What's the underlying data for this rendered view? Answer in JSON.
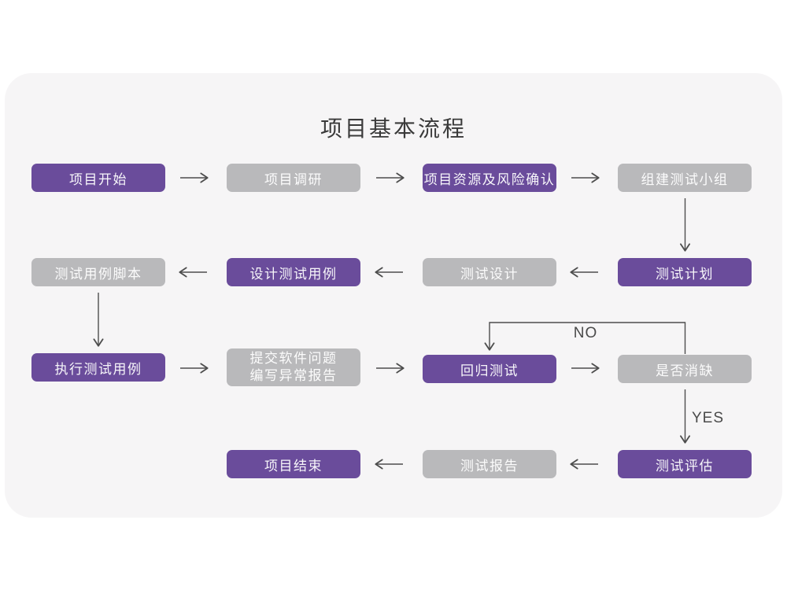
{
  "title": "项目基本流程",
  "colors": {
    "node_purple": "#6a4c9b",
    "node_gray": "#b9b9bb",
    "card_background": "#f6f5f6",
    "arrow": "#4d4d4d",
    "title_text": "#3a3a3a",
    "node_text": "#ffffff"
  },
  "flowchart": {
    "nodes": [
      {
        "label": "项目开始",
        "variant": "purple"
      },
      {
        "label": "项目调研",
        "variant": "gray"
      },
      {
        "label": "项目资源及风险确认",
        "variant": "purple"
      },
      {
        "label": "组建测试小组",
        "variant": "gray"
      },
      {
        "label": "测试用例脚本",
        "variant": "gray"
      },
      {
        "label": "设计测试用例",
        "variant": "purple"
      },
      {
        "label": "测试设计",
        "variant": "gray"
      },
      {
        "label": "测试计划",
        "variant": "purple"
      },
      {
        "label": "执行测试用例",
        "variant": "purple"
      },
      {
        "label": "提交软件问题\n编写异常报告",
        "variant": "gray"
      },
      {
        "label": "回归测试",
        "variant": "purple"
      },
      {
        "label": "是否消缺",
        "variant": "gray"
      },
      {
        "label": "项目结束",
        "variant": "purple"
      },
      {
        "label": "测试报告",
        "variant": "gray"
      },
      {
        "label": "测试评估",
        "variant": "purple"
      }
    ],
    "edge_labels": {
      "no": "NO",
      "yes": "YES"
    }
  }
}
